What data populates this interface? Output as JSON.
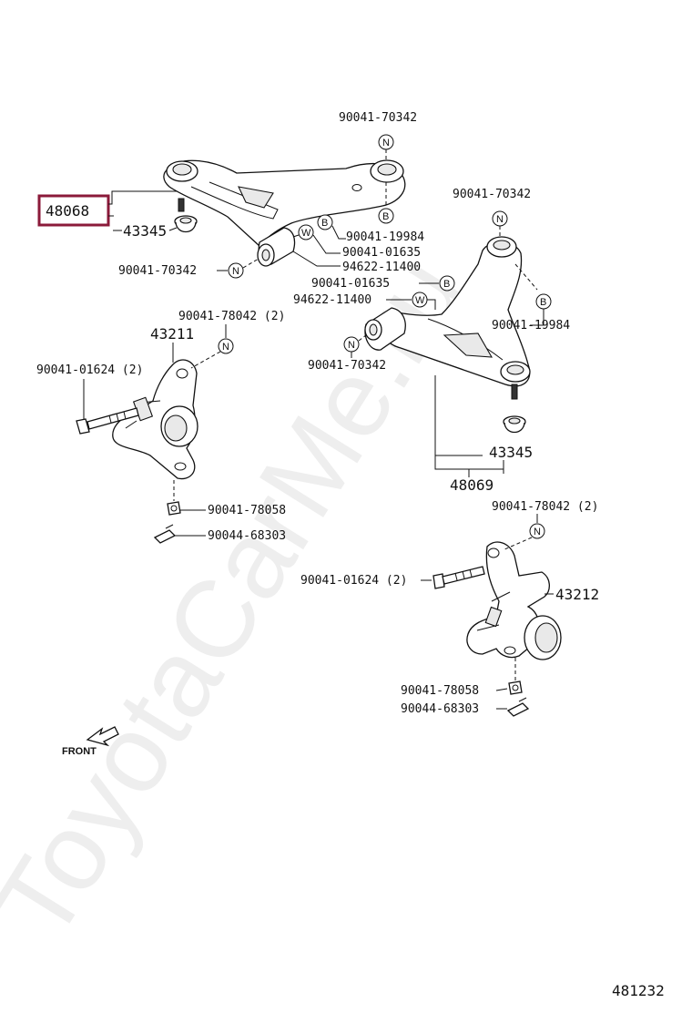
{
  "watermark": "ToyotaCarMe.ru",
  "diagram_id": "481232",
  "front_label": "FRONT",
  "highlighted_part": "48068",
  "labels": {
    "p48068": "48068",
    "p43345_left": "43345",
    "p90041_70342_top": "90041-70342",
    "p90041_19984_left": "90041-19984",
    "p90041_01635_left": "90041-01635",
    "p94622_11400_left": "94622-11400",
    "p90041_70342_left": "90041-70342",
    "p90041_70342_right_top": "90041-70342",
    "p90041_01635_right": "90041-01635",
    "p94622_11400_right": "94622-11400",
    "p90041_19984_right": "90041-19984",
    "p90041_70342_right_bottom": "90041-70342",
    "p43345_right": "43345",
    "p48069": "48069",
    "p43211": "43211",
    "p90041_78042_left": "90041-78042 (2)",
    "p90041_01624_left": "90041-01624 (2)",
    "p90041_78058_left": "90041-78058",
    "p90044_68303_left": "90044-68303",
    "p90041_78042_right": "90041-78042 (2)",
    "p90041_01624_right": "90041-01624 (2)",
    "p43212": "43212",
    "p90041_78058_right": "90041-78058",
    "p90044_68303_right": "90044-68303"
  },
  "symbols": {
    "N": "N",
    "B": "B",
    "W": "W"
  }
}
